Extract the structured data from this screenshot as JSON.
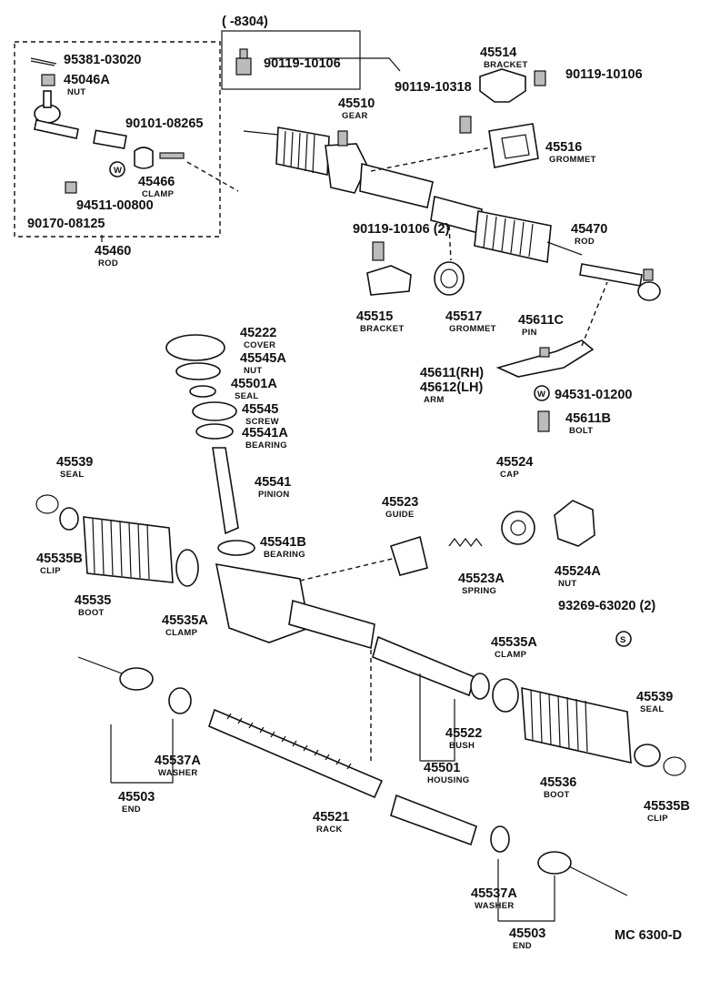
{
  "header": {
    "date_range": "(      -8304)"
  },
  "footer": {
    "code": "MC 6300-D"
  },
  "labels": [
    {
      "num": "95381-03020",
      "cap": ""
    },
    {
      "num": "45046A",
      "cap": "NUT"
    },
    {
      "num": "90101-08265",
      "cap": ""
    },
    {
      "num": "45466",
      "cap": "CLAMP"
    },
    {
      "num": "94511-00800",
      "cap": ""
    },
    {
      "num": "90170-08125",
      "cap": ""
    },
    {
      "num": "45460",
      "cap": "ROD"
    },
    {
      "num": "90119-10106",
      "cap": ""
    },
    {
      "num": "45514",
      "cap": "BRACKET"
    },
    {
      "num": "90119-10106",
      "cap": ""
    },
    {
      "num": "90119-10318",
      "cap": ""
    },
    {
      "num": "45510",
      "cap": "GEAR"
    },
    {
      "num": "45516",
      "cap": "GROMMET"
    },
    {
      "num": "90119-10106 (2)",
      "cap": ""
    },
    {
      "num": "45470",
      "cap": "ROD"
    },
    {
      "num": "45515",
      "cap": "BRACKET"
    },
    {
      "num": "45517",
      "cap": "GROMMET"
    },
    {
      "num": "45611C",
      "cap": "PIN"
    },
    {
      "num": "45611(RH)",
      "cap": ""
    },
    {
      "num": "45612(LH)",
      "cap": "ARM"
    },
    {
      "num": "94531-01200",
      "cap": ""
    },
    {
      "num": "45611B",
      "cap": "BOLT"
    },
    {
      "num": "45222",
      "cap": "COVER"
    },
    {
      "num": "45545A",
      "cap": "NUT"
    },
    {
      "num": "45501A",
      "cap": "SEAL"
    },
    {
      "num": "45545",
      "cap": "SCREW"
    },
    {
      "num": "45541A",
      "cap": "BEARING"
    },
    {
      "num": "45541",
      "cap": "PINION"
    },
    {
      "num": "45541B",
      "cap": "BEARING"
    },
    {
      "num": "45539",
      "cap": "SEAL"
    },
    {
      "num": "45535B",
      "cap": "CLIP"
    },
    {
      "num": "45535",
      "cap": "BOOT"
    },
    {
      "num": "45535A",
      "cap": "CLAMP"
    },
    {
      "num": "45523",
      "cap": "GUIDE"
    },
    {
      "num": "45524",
      "cap": "CAP"
    },
    {
      "num": "45523A",
      "cap": "SPRING"
    },
    {
      "num": "45524A",
      "cap": "NUT"
    },
    {
      "num": "93269-63020 (2)",
      "cap": ""
    },
    {
      "num": "45535A",
      "cap": "CLAMP"
    },
    {
      "num": "45539",
      "cap": "SEAL"
    },
    {
      "num": "45537A",
      "cap": "WASHER"
    },
    {
      "num": "45503",
      "cap": "END"
    },
    {
      "num": "45522",
      "cap": "BUSH"
    },
    {
      "num": "45501",
      "cap": "HOUSING"
    },
    {
      "num": "45536",
      "cap": "BOOT"
    },
    {
      "num": "45535B",
      "cap": "CLIP"
    },
    {
      "num": "45521",
      "cap": "RACK"
    },
    {
      "num": "45537A",
      "cap": "WASHER"
    },
    {
      "num": "45503",
      "cap": "END"
    }
  ]
}
